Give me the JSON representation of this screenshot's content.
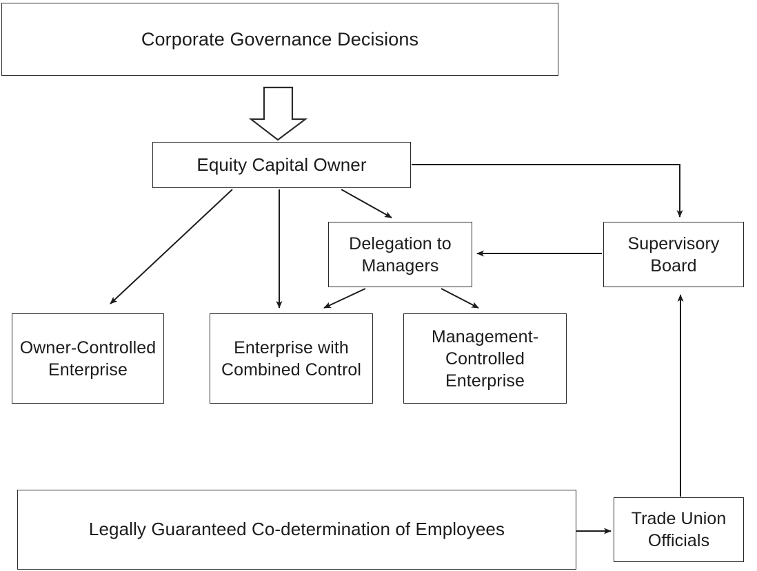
{
  "diagram": {
    "title": "Corporate Governance Decisions",
    "type": "flowchart",
    "background_color": "#ffffff",
    "line_color": "#2b2b2b",
    "text_color": "#1c1c1c",
    "nodes": [
      {
        "id": "governance",
        "label": "Corporate Governance Decisions"
      },
      {
        "id": "equity",
        "label": "Equity Capital Owner"
      },
      {
        "id": "delegation",
        "label": "Delegation to Managers"
      },
      {
        "id": "supervisory",
        "label": "Supervisory Board"
      },
      {
        "id": "owner",
        "label": "Owner-Controlled Enterprise"
      },
      {
        "id": "combined",
        "label": "Enterprise with Combined Control"
      },
      {
        "id": "management",
        "label": "Management-Controlled Enterprise"
      },
      {
        "id": "codetermine",
        "label": "Legally Guaranteed Co-determination of Employees"
      },
      {
        "id": "union",
        "label": "Trade Union Officials"
      }
    ],
    "edges": [
      {
        "from": "governance",
        "to": "equity",
        "style": "block-arrow"
      },
      {
        "from": "equity",
        "to": "owner",
        "style": "diagonal-arrow"
      },
      {
        "from": "equity",
        "to": "combined",
        "style": "straight-arrow"
      },
      {
        "from": "equity",
        "to": "delegation",
        "style": "diagonal-arrow"
      },
      {
        "from": "equity",
        "to": "supervisory",
        "style": "elbow-arrow"
      },
      {
        "from": "delegation",
        "to": "combined",
        "style": "diagonal-arrow"
      },
      {
        "from": "delegation",
        "to": "management",
        "style": "diagonal-arrow"
      },
      {
        "from": "supervisory",
        "to": "delegation",
        "style": "straight-arrow"
      },
      {
        "from": "union",
        "to": "supervisory",
        "style": "straight-arrow"
      },
      {
        "from": "codetermine",
        "to": "union",
        "style": "straight-arrow"
      }
    ]
  }
}
